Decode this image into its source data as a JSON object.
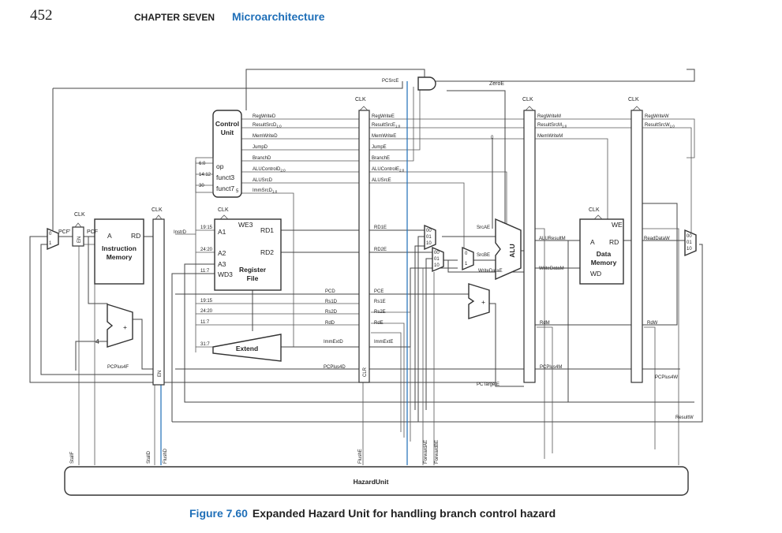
{
  "header": {
    "page_number": "452",
    "chapter": "CHAPTER SEVEN",
    "section": "Microarchitecture"
  },
  "caption": {
    "figure_number": "Figure 7.60",
    "text": "Expanded Hazard Unit for handling branch control hazard"
  },
  "blocks": {
    "control_unit": [
      "Control",
      "Unit"
    ],
    "control_inputs": [
      "op",
      "funct3",
      "funct7"
    ],
    "funct7_sub": "5",
    "instruction_memory": [
      "Instruction",
      "Memory"
    ],
    "instr_mem_ports": [
      "A",
      "RD"
    ],
    "register_file": [
      "Register",
      "File"
    ],
    "regfile_ports": [
      "WE3",
      "A1",
      "A2",
      "A3",
      "WD3",
      "RD1",
      "RD2"
    ],
    "extend": "Extend",
    "alu": "ALU",
    "data_memory": [
      "Data",
      "Memory"
    ],
    "data_mem_ports": [
      "WE",
      "A",
      "RD",
      "WD"
    ],
    "hazard_unit": "HazardUnit",
    "adder_plus": "+",
    "constant_four": "4",
    "clk": "CLK"
  },
  "control_signals": {
    "decode": [
      "RegWriteD",
      "ResultSrcD",
      "MemWriteD",
      "JumpD",
      "BranchD",
      "ALUControlD",
      "ALUSrcD",
      "ImmSrcD"
    ],
    "decode_subscripts": [
      "",
      "1:0",
      "",
      "",
      "",
      "2:0",
      "",
      "1:0"
    ],
    "execute": [
      "RegWriteE",
      "ResultSrcE",
      "MemWriteE",
      "JumpE",
      "BranchE",
      "ALUControlE",
      "ALUSrcE"
    ],
    "execute_subscripts": [
      "",
      "1:0",
      "",
      "",
      "",
      "2:0",
      ""
    ],
    "memory": [
      "RegWriteM",
      "ResultSrcM",
      "MemWriteM"
    ],
    "memory_subscripts": [
      "",
      "1:0",
      ""
    ],
    "writeback": [
      "RegWriteW",
      "ResultSrcW"
    ],
    "writeback_subscripts": [
      "",
      "1:0"
    ]
  },
  "bit_fields": [
    "6:0",
    "14:12",
    "30",
    "19:15",
    "24:20",
    "11:7",
    "19:15",
    "24:20",
    "11:7",
    "31:7"
  ],
  "signals": {
    "PCSrcE": "PCSrcE",
    "ZeroE": "ZeroE",
    "PCF_prime": "PCF'",
    "PCF": "PCF",
    "InstrD": "InstrD",
    "RD1E": "RD1E",
    "RD2E": "RD2E",
    "SrcAE": "SrcAE",
    "SrcBE": "SrcBE",
    "WriteDataE": "WriteDataE",
    "ALUResultM": "ALUResultM",
    "WriteDataM": "WriteDataM",
    "ReadDataW": "ReadDataW",
    "PCD": "PCD",
    "PCE": "PCE",
    "Rs1D": "Rs1D",
    "Rs2D": "Rs2D",
    "RdD": "RdD",
    "Rs1E": "Rs1E",
    "Rs2E": "Rs2E",
    "RdE": "RdE",
    "RdM": "RdM",
    "RdW": "RdW",
    "ImmExtD": "ImmExtD",
    "ImmExtE": "ImmExtE",
    "PCPlus4F": "PCPlus4F",
    "PCPlus4D": "PCPlus4D",
    "PCPlus4M": "PCPlus4M",
    "PCPlus4W": "PCPlus4W",
    "PCTargetE": "PCTargetE",
    "ResultW": "ResultW",
    "StallF": "StallF",
    "StallD": "StallD",
    "FlushD": "FlushD",
    "FlushE": "FlushE",
    "ForwardAE": "ForwardAE",
    "ForwardBE": "ForwardBE",
    "EN": "EN",
    "CLR": "CLR",
    "zero_const": "0"
  },
  "mux_inputs": {
    "two_way": [
      "0",
      "1"
    ],
    "three_way": [
      "00",
      "01",
      "10"
    ]
  },
  "colors": {
    "accent_blue": "#1f6fb8",
    "wire": "#444444"
  }
}
